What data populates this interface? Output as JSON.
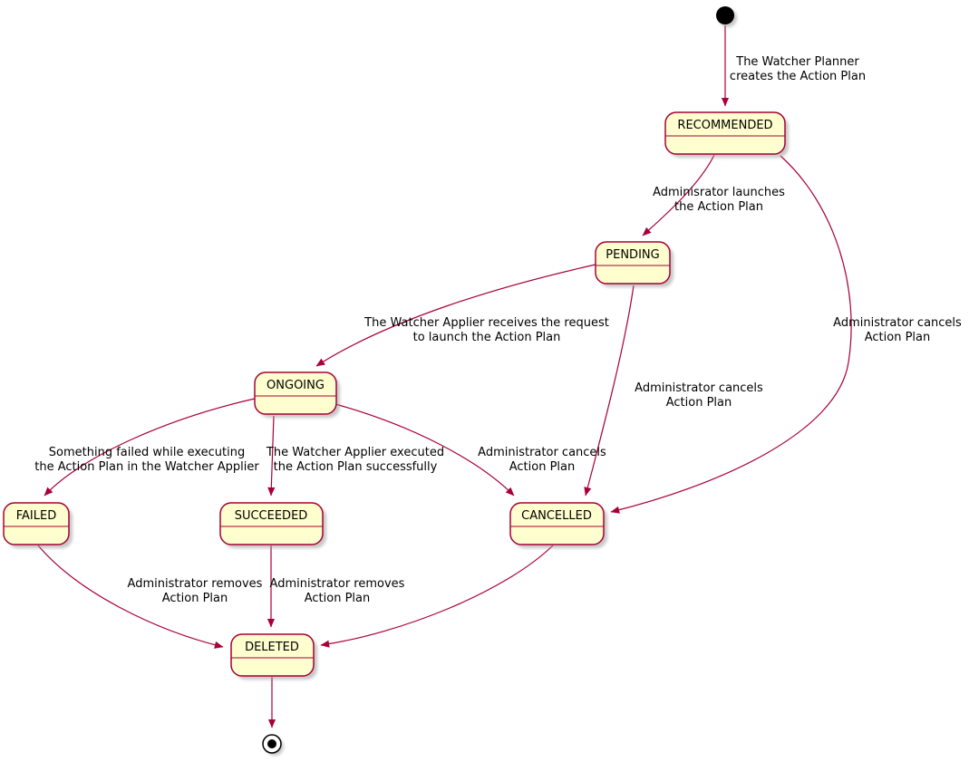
{
  "diagram": {
    "type": "state-diagram",
    "background": "#ffffff",
    "colors": {
      "state_fill": "#FEFECE",
      "state_border": "#A80036",
      "arrow": "#A80036",
      "text": "#000000",
      "initial_final": "#000000"
    },
    "pseudostates": [
      "initial",
      "final"
    ],
    "states": [
      {
        "id": "RECOMMENDED",
        "label": "RECOMMENDED"
      },
      {
        "id": "PENDING",
        "label": "PENDING"
      },
      {
        "id": "ONGOING",
        "label": "ONGOING"
      },
      {
        "id": "FAILED",
        "label": "FAILED"
      },
      {
        "id": "SUCCEEDED",
        "label": "SUCCEEDED"
      },
      {
        "id": "CANCELLED",
        "label": "CANCELLED"
      },
      {
        "id": "DELETED",
        "label": "DELETED"
      }
    ],
    "transitions": [
      {
        "from": "initial",
        "to": "RECOMMENDED",
        "label_lines": [
          "The Watcher Planner",
          "creates the Action Plan"
        ]
      },
      {
        "from": "RECOMMENDED",
        "to": "PENDING",
        "label_lines": [
          "Adminisrator launches",
          "the Action Plan"
        ]
      },
      {
        "from": "PENDING",
        "to": "ONGOING",
        "label_lines": [
          "The Watcher Applier receives the request",
          "to launch the Action Plan"
        ]
      },
      {
        "from": "ONGOING",
        "to": "FAILED",
        "label_lines": [
          "Something failed while executing",
          "the Action Plan in the Watcher Applier"
        ]
      },
      {
        "from": "ONGOING",
        "to": "SUCCEEDED",
        "label_lines": [
          "The Watcher Applier executed",
          "the Action Plan successfully"
        ]
      },
      {
        "from": "ONGOING",
        "to": "CANCELLED",
        "label_lines": [
          "Administrator cancels",
          "Action Plan"
        ]
      },
      {
        "from": "PENDING",
        "to": "CANCELLED",
        "label_lines": [
          "Administrator cancels",
          "Action Plan"
        ]
      },
      {
        "from": "RECOMMENDED",
        "to": "CANCELLED",
        "label_lines": [
          "Administrator cancels",
          "Action Plan"
        ]
      },
      {
        "from": "FAILED",
        "to": "DELETED",
        "label_lines": [
          "Administrator removes",
          "Action Plan"
        ]
      },
      {
        "from": "SUCCEEDED",
        "to": "DELETED",
        "label_lines": [
          "Administrator removes",
          "Action Plan"
        ]
      },
      {
        "from": "CANCELLED",
        "to": "DELETED",
        "label_lines": []
      },
      {
        "from": "DELETED",
        "to": "final",
        "label_lines": []
      }
    ]
  }
}
